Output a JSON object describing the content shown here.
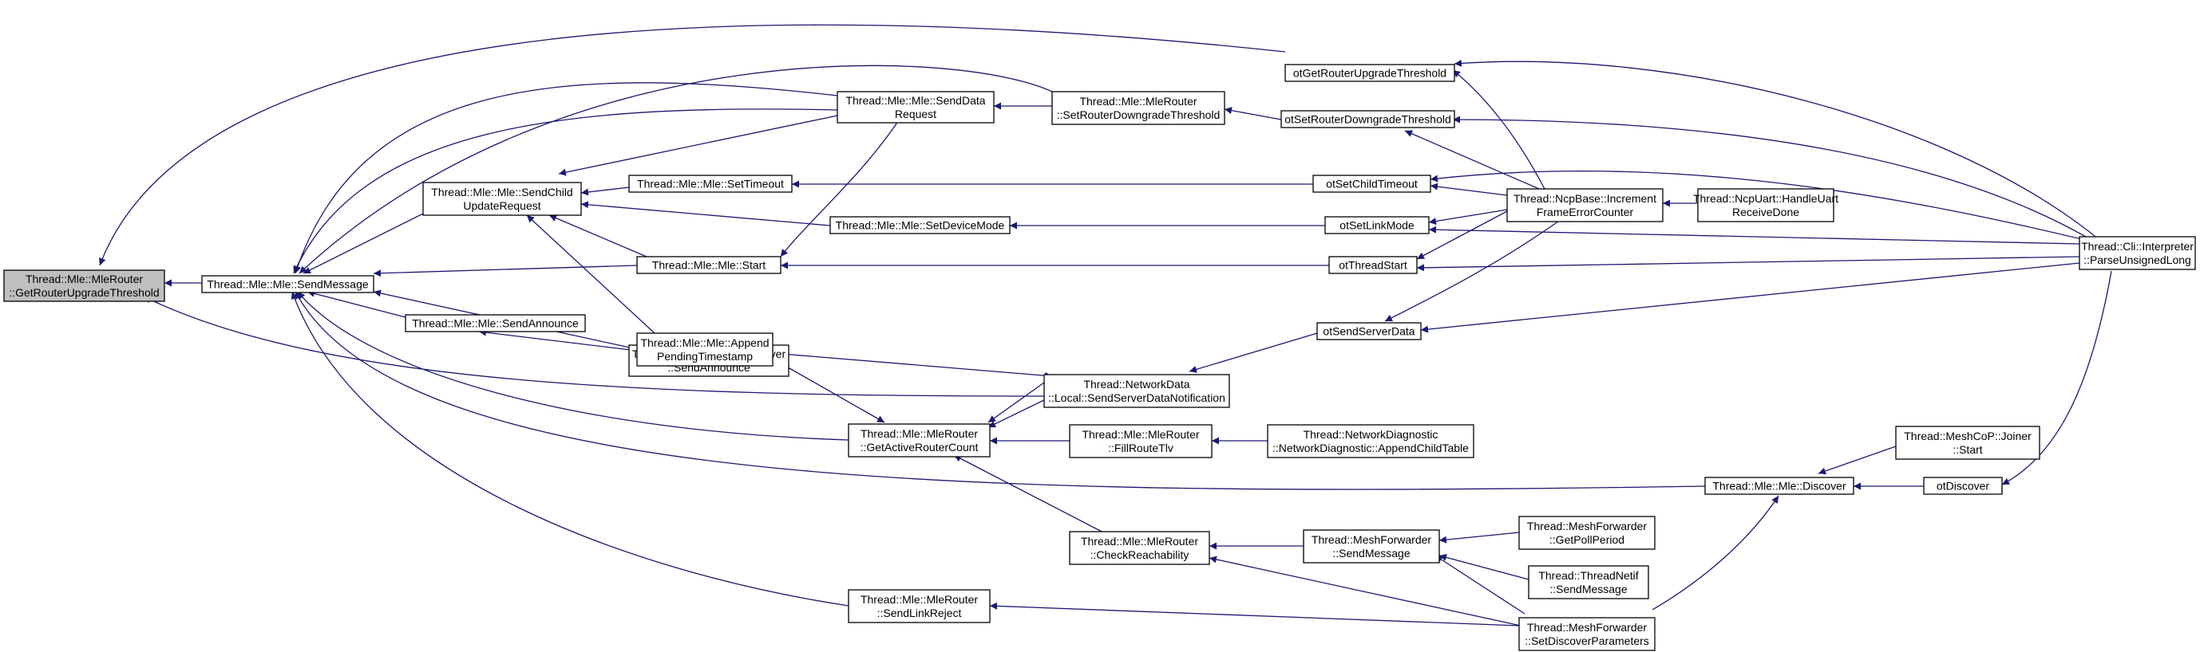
{
  "colors": {
    "edge": "#191970",
    "root_fill": "#bfbfbf",
    "node_fill": "#ffffff",
    "border": "#000000"
  },
  "nodes": {
    "root": [
      "Thread::Mle::MleRouter",
      "::GetRouterUpgradeThreshold"
    ],
    "sendMessage": [
      "Thread::Mle::Mle::SendMessage"
    ],
    "sendChildUpdateRequest": [
      "Thread::Mle::Mle::SendChild",
      "UpdateRequest"
    ],
    "sendAnnounce": [
      "Thread::Mle::Mle::SendAnnounce"
    ],
    "announceBeginServer": [
      "Thread::AnnounceBeginServer",
      "::SendAnnounce"
    ],
    "setTimeout": [
      "Thread::Mle::Mle::SetTimeout"
    ],
    "start": [
      "Thread::Mle::Mle::Start"
    ],
    "appendPendingTimestamp": [
      "Thread::Mle::Mle::Append",
      "PendingTimestamp"
    ],
    "sendDataRequest": [
      "Thread::Mle::Mle::SendData",
      "Request"
    ],
    "setDeviceMode": [
      "Thread::Mle::Mle::SetDeviceMode"
    ],
    "getActiveRouterCount": [
      "Thread::Mle::MleRouter",
      "::GetActiveRouterCount"
    ],
    "sendLinkReject": [
      "Thread::Mle::MleRouter",
      "::SendLinkReject"
    ],
    "setRouterDowngradeThreshold": [
      "Thread::Mle::MleRouter",
      "::SetRouterDowngradeThreshold"
    ],
    "sendServerDataNotification": [
      "Thread::NetworkData",
      "::Local::SendServerDataNotification"
    ],
    "fillRouteTlv": [
      "Thread::Mle::MleRouter",
      "::FillRouteTlv"
    ],
    "checkReachability": [
      "Thread::Mle::MleRouter",
      "::CheckReachability"
    ],
    "otGetRouterUpgradeThreshold": [
      "otGetRouterUpgradeThreshold"
    ],
    "otSetRouterDowngradeThreshold": [
      "otSetRouterDowngradeThreshold"
    ],
    "otSetChildTimeout": [
      "otSetChildTimeout"
    ],
    "otSetLinkMode": [
      "otSetLinkMode"
    ],
    "otThreadStart": [
      "otThreadStart"
    ],
    "otSendServerData": [
      "otSendServerData"
    ],
    "appendChildTable": [
      "Thread::NetworkDiagnostic",
      "::NetworkDiagnostic::AppendChildTable"
    ],
    "meshForwarderSendMessage": [
      "Thread::MeshForwarder",
      "::SendMessage"
    ],
    "incrementFrameErrorCounter": [
      "Thread::NcpBase::Increment",
      "FrameErrorCounter"
    ],
    "mleDiscover": [
      "Thread::Mle::Mle::Discover"
    ],
    "handleUartReceiveDone": [
      "Thread::NcpUart::HandleUart",
      "ReceiveDone"
    ],
    "getPollPeriod": [
      "Thread::MeshForwarder",
      "::GetPollPeriod"
    ],
    "threadNetifSendMessage": [
      "Thread::ThreadNetif",
      "::SendMessage"
    ],
    "setDiscoverParameters": [
      "Thread::MeshForwarder",
      "::SetDiscoverParameters"
    ],
    "joinerStart": [
      "Thread::MeshCoP::Joiner",
      "::Start"
    ],
    "otDiscover": [
      "otDiscover"
    ],
    "parseUnsignedLong": [
      "Thread::Cli::Interpreter",
      "::ParseUnsignedLong"
    ]
  }
}
